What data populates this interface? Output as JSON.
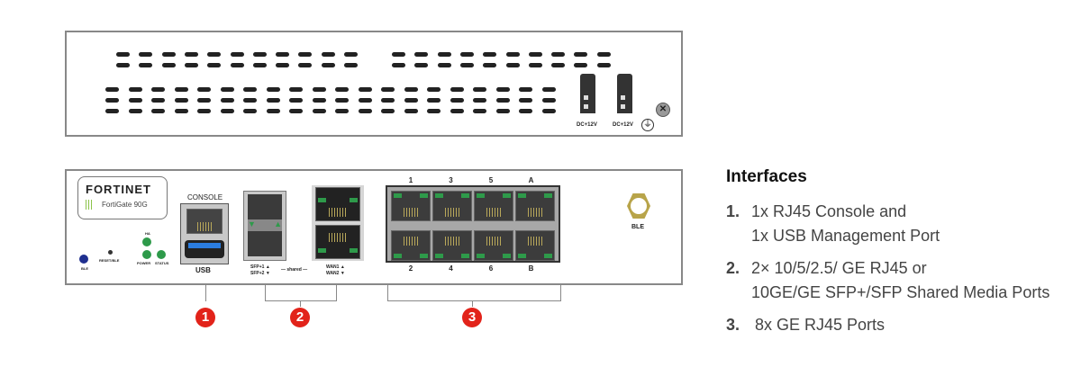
{
  "back_panel": {
    "power_labels": [
      "DC+12V",
      "DC+12V"
    ]
  },
  "front_panel": {
    "brand": "FORTINET",
    "model": "FortiGate 90G",
    "console_label": "CONSOLE",
    "usb_label": "USB",
    "leds": {
      "ha": "HA",
      "power": "POWER",
      "status": "STATUS",
      "ble": "BLE",
      "reset": "RESET/BLE"
    },
    "sfp_labels": [
      "SFP+1 ▲",
      "SFP+2 ▼"
    ],
    "shared_label": "shared",
    "wan_labels": [
      "WAN1 ▲",
      "WAN2 ▼"
    ],
    "port_top": [
      "1",
      "3",
      "5",
      "A"
    ],
    "port_bottom": [
      "2",
      "4",
      "6",
      "B"
    ],
    "ble_antenna": "BLE",
    "colors": {
      "led_green": "#2e9a4a",
      "ble_led": "#1f2f8f",
      "usb_blue": "#2b7de0"
    }
  },
  "callouts": [
    "1",
    "2",
    "3"
  ],
  "callout_color": "#e2231a",
  "interfaces": {
    "title": "Interfaces",
    "items": [
      {
        "num": "1.",
        "lines": [
          "1x RJ45 Console and",
          "1x USB Management Port"
        ]
      },
      {
        "num": "2.",
        "lines": [
          "2× 10/5/2.5/ GE RJ45 or",
          "10GE/GE SFP+/SFP Shared Media Ports"
        ]
      },
      {
        "num": "3.",
        "lines": [
          "8x GE RJ45 Ports"
        ]
      }
    ]
  }
}
